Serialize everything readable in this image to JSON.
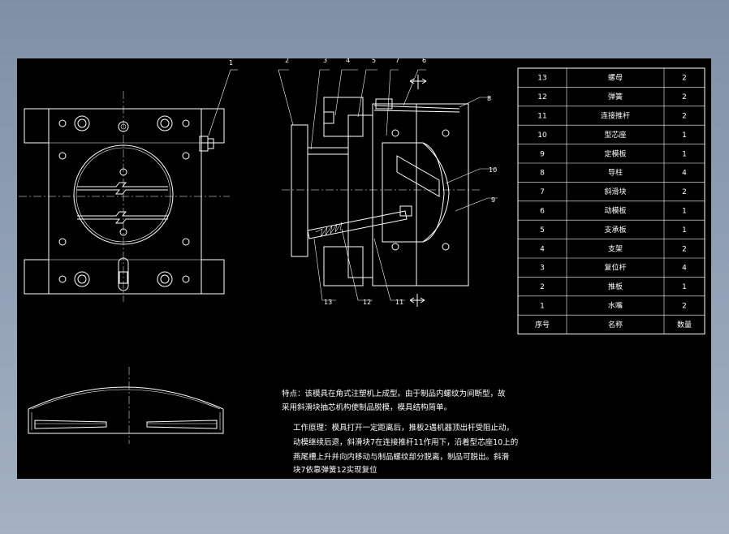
{
  "part_labels": {
    "top": [
      "2",
      "3",
      "4",
      "5",
      "7",
      "6"
    ],
    "left": "1",
    "right": [
      "8",
      "10",
      "9"
    ],
    "bottom": [
      "13",
      "12",
      "11"
    ]
  },
  "bom": {
    "header": {
      "seq": "序号",
      "name": "名称",
      "qty": "数量"
    },
    "rows": [
      {
        "seq": "13",
        "name": "螺母",
        "qty": "2"
      },
      {
        "seq": "12",
        "name": "弹簧",
        "qty": "2"
      },
      {
        "seq": "11",
        "name": "连接推杆",
        "qty": "2"
      },
      {
        "seq": "10",
        "name": "型芯座",
        "qty": "1"
      },
      {
        "seq": "9",
        "name": "定模板",
        "qty": "1"
      },
      {
        "seq": "8",
        "name": "导柱",
        "qty": "4"
      },
      {
        "seq": "7",
        "name": "斜滑块",
        "qty": "2"
      },
      {
        "seq": "6",
        "name": "动模板",
        "qty": "1"
      },
      {
        "seq": "5",
        "name": "支承板",
        "qty": "1"
      },
      {
        "seq": "4",
        "name": "支架",
        "qty": "2"
      },
      {
        "seq": "3",
        "name": "复位杆",
        "qty": "4"
      },
      {
        "seq": "2",
        "name": "推板",
        "qty": "1"
      },
      {
        "seq": "1",
        "name": "水嘴",
        "qty": "2"
      }
    ]
  },
  "notes": {
    "features": [
      "特点：该模具在角式注塑机上成型。由于制品内螺纹为间断型，故",
      "采用斜滑块抽芯机构使制品脱模，模具结构简单。"
    ],
    "principle": [
      "工作原理：模具打开一定距离后，推板2遇机器顶出杆受阻止动，",
      "动模继续后退，斜滑块7在连接推杆11作用下，沿着型芯座10上的",
      "燕尾槽上升并向内移动与制品螺纹部分脱离，制品可脱出。斜滑",
      "块7依靠弹簧12实现复位"
    ]
  },
  "colors": {
    "background": "#000000",
    "lines": "#ffffff",
    "frame": "#8f9fb3"
  }
}
